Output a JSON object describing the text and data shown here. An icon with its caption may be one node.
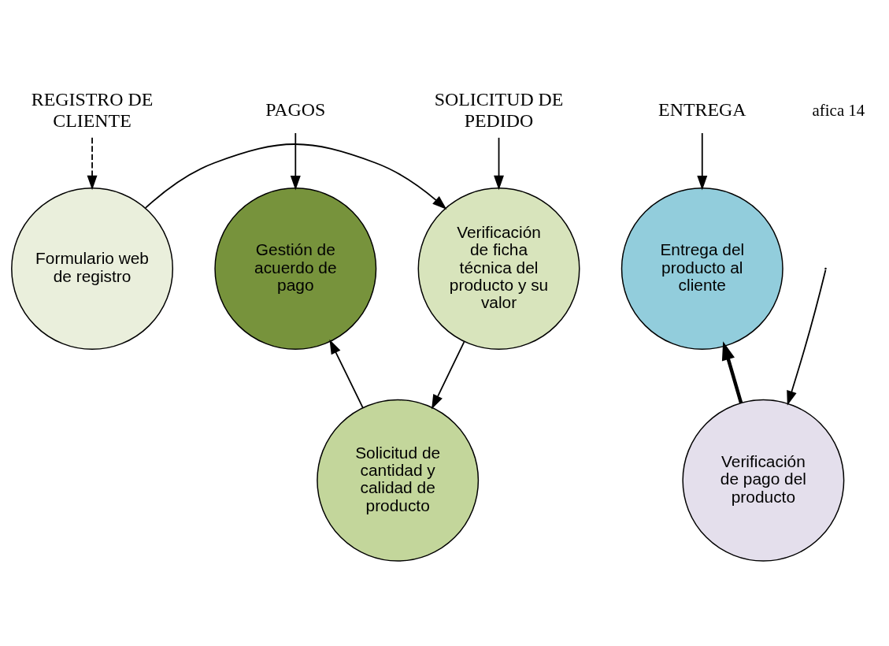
{
  "diagram": {
    "nodes": [
      {
        "text": [
          "REGISTRO DE CLIENTE"
        ]
      },
      {
        "text": [
          "SOLICITUD DE PEDIDO"
        ]
      },
      {
        "text": [
          "PAGOS"
        ]
      },
      {
        "text": [
          "ENTREGA"
        ]
      },
      {
        "text": [
          "Formulario web de registro"
        ]
      },
      {
        "text": [
          "Verificación de ficha técnica del producto y su valor"
        ]
      },
      {
        "text": [
          "Gestión de acuerdo de pago"
        ]
      },
      {
        "text": [
          "Entrega del producto al cliente"
        ]
      },
      {
        "text": [
          "Solicitud de cantidad y calidad de producto"
        ]
      },
      {
        "text": [
          "Verificación de pago del producto"
        ]
      }
    ],
    "edges": [
      {
        "from": 0,
        "to": 4,
        "arrow": "to",
        "style": "dashed"
      },
      {
        "from": 1,
        "to": 5,
        "arrow": "to"
      },
      {
        "from": 2,
        "to": 6,
        "arrow": "to"
      },
      {
        "from": 3,
        "to": 7,
        "arrow": "to"
      },
      {
        "from": 4,
        "to": 5,
        "arrow": "to"
      },
      {
        "from": 5,
        "to": 8,
        "arrow": "to"
      },
      {
        "from": 8,
        "to": 6,
        "arrow": "to"
      },
      {
        "from": null,
        "to": 9,
        "arrow": "to"
      },
      {
        "from": 9,
        "to": 7,
        "arrow": "to",
        "style": "thick"
      }
    ],
    "labels": [
      "afica 14"
    ]
  }
}
